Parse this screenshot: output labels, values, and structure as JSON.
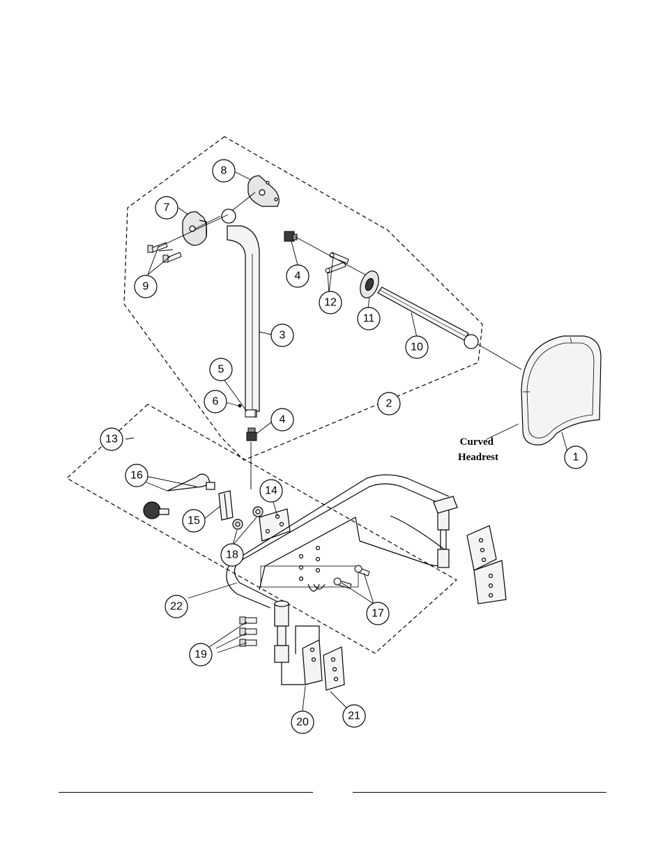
{
  "diagram": {
    "callouts": [
      "1",
      "2",
      "3",
      "4",
      "4",
      "5",
      "6",
      "7",
      "8",
      "9",
      "10",
      "11",
      "12",
      "13",
      "14",
      "15",
      "16",
      "17",
      "18",
      "19",
      "20",
      "21",
      "22"
    ],
    "headrest_label": [
      "Curved",
      "Headrest"
    ]
  },
  "colors": {
    "line": "#000000",
    "part_fill": "#f4f4f4",
    "dark_fill": "#3a3a3a",
    "background": "#ffffff"
  }
}
